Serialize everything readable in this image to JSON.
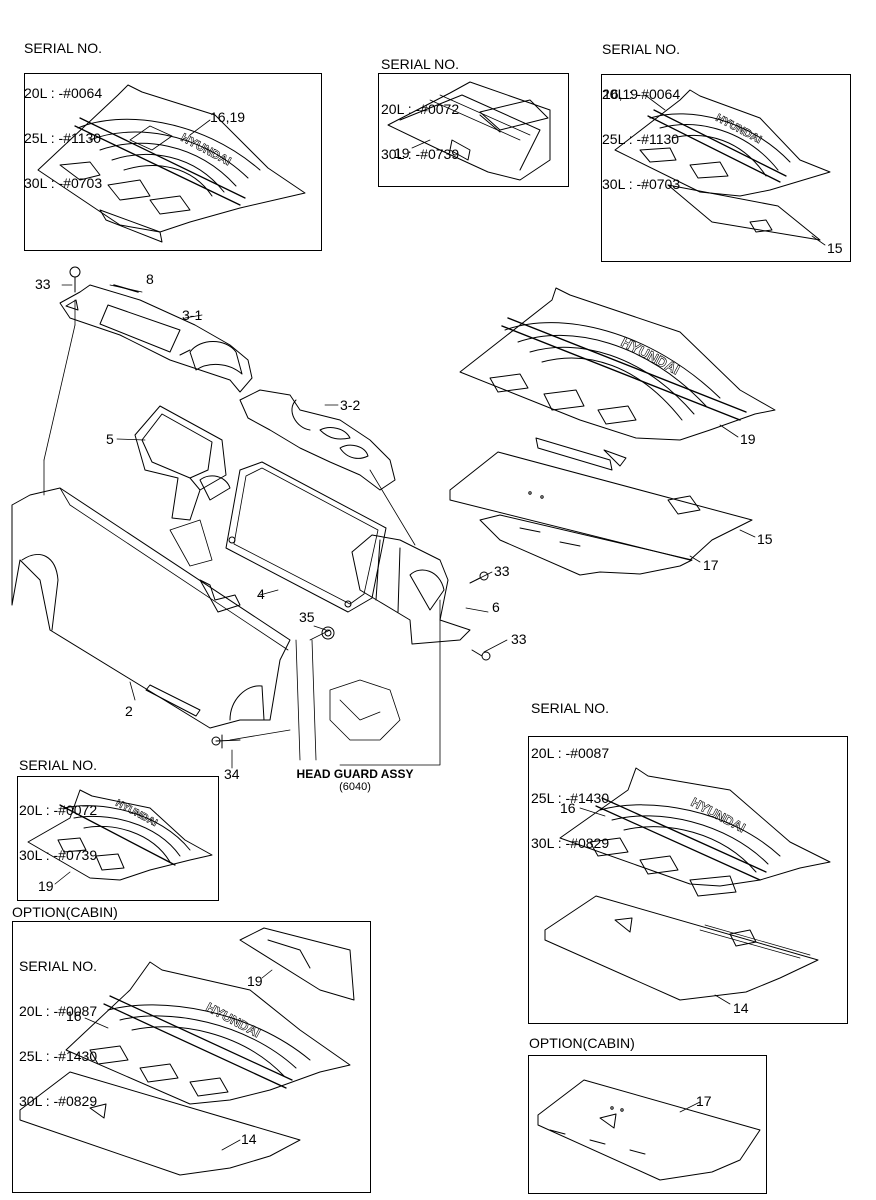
{
  "serial_blocks": [
    {
      "id": "tl",
      "lines": [
        "SERIAL NO.",
        "20L : -#0064",
        "25L : -#1130",
        "30L : -#0703"
      ]
    },
    {
      "id": "tc",
      "lines": [
        "SERIAL NO.",
        "20L : -#0072",
        "30L : -#0739"
      ]
    },
    {
      "id": "tr",
      "lines": [
        "SERIAL NO.",
        "20L : -#0064",
        "25L : -#1130",
        "30L : -#0703"
      ]
    },
    {
      "id": "ml",
      "lines": [
        "SERIAL NO.",
        "20L : -#0072",
        "30L : -#0739"
      ]
    },
    {
      "id": "mr",
      "lines": [
        "SERIAL NO.",
        "20L : -#0087",
        "25L : -#1430",
        "30L : -#0829"
      ]
    },
    {
      "id": "bl",
      "lines": [
        "SERIAL NO.",
        "20L : -#0087",
        "25L : -#1430",
        "30L : -#0829"
      ]
    }
  ],
  "option_labels": {
    "bottom_left": "OPTION(CABIN)",
    "bottom_right": "OPTION(CABIN)"
  },
  "head_guard": {
    "title": "HEAD GUARD ASSY",
    "code": "(6040)"
  },
  "callouts": {
    "tl_16_19": "16,19",
    "tc_19": "19",
    "tr_16_19": "16,19",
    "tr_15": "15",
    "p33a": "33",
    "p8": "8",
    "p3_1": "3-1",
    "p3_2": "3-2",
    "p5": "5",
    "p4": "4",
    "p2": "2",
    "p35": "35",
    "p34": "34",
    "p33b": "33",
    "p6": "6",
    "p33c": "33",
    "m_19": "19",
    "m_15": "15",
    "m_17": "17",
    "ml_19": "19",
    "mr_16": "16",
    "mr_14": "14",
    "bl_19": "19",
    "bl_16": "16",
    "bl_14": "14",
    "br_17": "17"
  },
  "brand_text": "HYUNDAI"
}
